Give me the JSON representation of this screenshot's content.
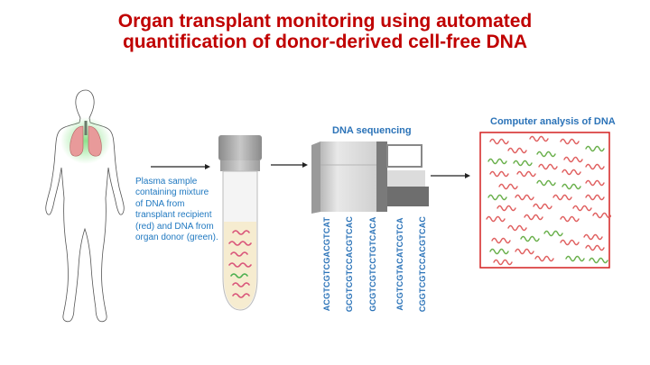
{
  "title": {
    "line1": "Organ transplant monitoring using automated",
    "line2": "quantification of donor-derived cell-free DNA"
  },
  "colors": {
    "title": "#c00000",
    "label": "#2b73b8",
    "recipient_dna": "#e06060",
    "donor_dna": "#6ab04c",
    "analysis_border": "#d42020"
  },
  "figure": {
    "body_icon": "human-body-with-lungs",
    "tube_icon": "sample-tube",
    "sequencer_icon": "dna-sequencer",
    "caption": "Plasma sample containing mixture of DNA from transplant recipient (red) and DNA from organ donor (green).",
    "sequencing_label": "DNA sequencing",
    "sequences": [
      "ACGTCGTCGACGTCAT",
      "GCGTCGTCCACGTCAC",
      "GCGTCGTCCTGTCACA",
      "ACGTCGTACATCGTCA",
      "CGGTCGTCCACGTCAC"
    ],
    "analysis_label": "Computer analysis of DNA"
  }
}
